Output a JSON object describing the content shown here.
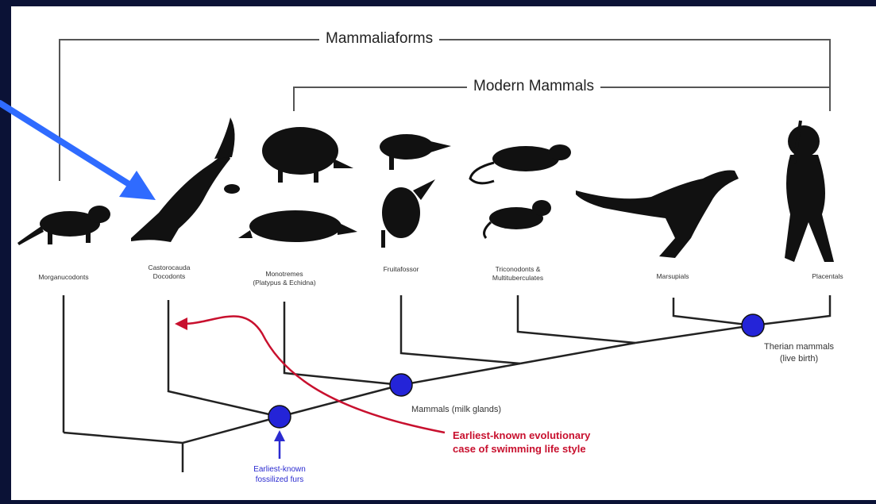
{
  "brackets": {
    "mammaliaforms": "Mammaliaforms",
    "modern_mammals": "Modern Mammals"
  },
  "taxa": {
    "morganucodonts": "Morganucodonts",
    "docodonts_line1": "Castorocauda",
    "docodonts_line2": "Docodonts",
    "monotremes_line1": "Monotremes",
    "monotremes_line2": "(Platypus & Echidna)",
    "fruitafossor": "Fruitafossor",
    "triconodonts_line1": "Triconodonts &",
    "triconodonts_line2": "Multituberculates",
    "marsupials": "Marsupials",
    "placentals": "Placentals"
  },
  "nodes": {
    "therian_line1": "Therian mammals",
    "therian_line2": "(live birth)",
    "mammals": "Mammals (milk glands)"
  },
  "notes": {
    "swimming_line1": "Earliest-known evolutionary",
    "swimming_line2": "case of swimming life style",
    "fur_line1": "Earliest-known",
    "fur_line2": "fossilized furs"
  },
  "colors": {
    "node_blue": "#2424d8",
    "pointer_blue": "#2f6bff",
    "note_red": "#c8102e",
    "frame_navy": "#0b1236"
  }
}
